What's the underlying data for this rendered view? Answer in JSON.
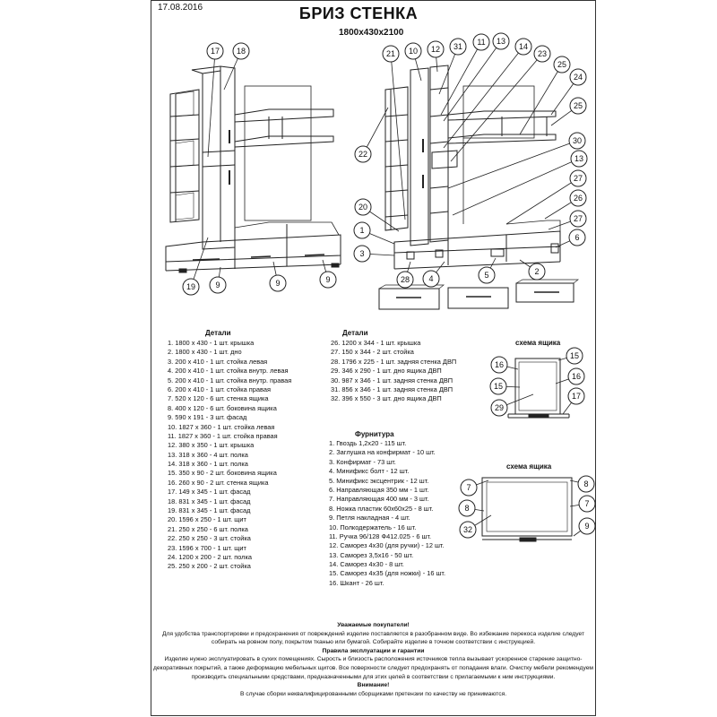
{
  "header": {
    "date": "17.08.2016",
    "title": "БРИЗ СТЕНКА",
    "dimensions": "1800x430x2100"
  },
  "callouts": {
    "left_view": [
      "17",
      "18",
      "19",
      "9",
      "9",
      "9"
    ],
    "right_view": [
      "21",
      "10",
      "12",
      "31",
      "11",
      "13",
      "14",
      "23",
      "25",
      "24",
      "25",
      "22",
      "30",
      "13",
      "27",
      "26",
      "27",
      "6",
      "1",
      "20",
      "3",
      "28",
      "4",
      "5",
      "2"
    ]
  },
  "details": {
    "heading": "Детали",
    "col1": [
      "1. 1800 x 430 - 1 шт. крышка",
      "2. 1800 x 430 - 1 шт. дно",
      "3. 200 x 410 - 1 шт. стойка левая",
      "4. 200 x 410 - 1 шт. стойка внутр. левая",
      "5. 200 x 410 - 1 шт. стойка внутр. правая",
      "6. 200 x 410 - 1 шт. стойка правая",
      "7. 520 x 120 - 6 шт. стенка ящика",
      "8. 400 x 120 - 6 шт. боковина ящика",
      "9. 590 x 191 - 3 шт. фасад",
      "10. 1827 x 360 - 1 шт. стойка левая",
      "11. 1827 x 360 - 1 шт. стойка правая",
      "12. 380 x 350 - 1 шт. крышка",
      "13. 318 x 360 - 4 шт. полка",
      "14. 318 x 360 - 1 шт. полка",
      "15. 350 x 90 - 2 шт. боковина ящика",
      "16. 260 x 90 - 2 шт. стенка ящика",
      "17. 149 x 345 - 1 шт. фасад",
      "18. 831 x 345 - 1 шт. фасад",
      "19. 831 x 345 - 1 шт. фасад",
      "20. 1596 x 250 - 1 шт. щит",
      "21. 250 x 250 - 6 шт. полка",
      "22. 250 x 250 - 3 шт. стойка",
      "23. 1596 x 700 - 1 шт. щит",
      "24. 1200 x 200 - 2 шт. полка",
      "25. 250 x 200 - 2 шт. стойка"
    ],
    "col2": [
      "26. 1200 x 344 - 1 шт. крышка",
      "27. 150 x 344 - 2 шт. стойка",
      "28. 1796 x 225 - 1 шт. задняя стенка ДВП",
      "29. 346 x 290 - 1 шт. дно ящика ДВП",
      "30. 987 x 346 - 1 шт. задняя стенка ДВП",
      "31. 856 x 346 - 1 шт. задняя стенка ДВП",
      "32. 396 x 550 - 3 шт. дно ящика ДВП"
    ]
  },
  "hardware": {
    "heading": "Фурнитура",
    "items": [
      "1. Гвоздь 1,2x20 - 115 шт.",
      "2. Заглушка на конфирмат - 10 шт.",
      "3. Конфирмат - 73 шт.",
      "4. Минификс болт - 12 шт.",
      "5. Минификс эксцентрик - 12 шт.",
      "6. Направляющая 350 мм - 1 шт.",
      "7. Направляющая 400 мм - 3 шт.",
      "8. Ножка пластик 60x60x25 - 8 шт.",
      "9. Петля накладная - 4 шт.",
      "10. Полкодержатель - 16 шт.",
      "11. Ручка 96/128 Ф412.025 - 6 шт.",
      "12. Саморез 4x30 (для ручки) - 12 шт.",
      "13. Саморез 3,5x16 - 50 шт.",
      "14. Саморез 4x30 - 8 шт.",
      "15. Саморез 4x35 (для ножки) - 16 шт.",
      "16. Шкант - 26 шт."
    ]
  },
  "schemes": {
    "small": {
      "title": "схема ящика",
      "labels": [
        "16",
        "15",
        "15",
        "16",
        "29",
        "17"
      ]
    },
    "large": {
      "title": "схема ящика",
      "labels": [
        "7",
        "8",
        "8",
        "7",
        "32",
        "9"
      ]
    }
  },
  "notes": {
    "greeting": "Уважаемые покупатели!",
    "p1": "Для удобства транспортировки и предохранения от повреждений изделие поставляется в разобранном виде. Во избежание перекоса изделие следует собирать на ровном полу, покрытом тканью или бумагой. Собирайте изделие в точном соответствии с инструкцией.",
    "rules_heading": "Правила эксплуатации и гарантии",
    "p2": "Изделие нужно эксплуатировать в сухих помещениях. Сырость и близость расположения источников тепла вызывает ускоренное старение защитно-декоративных покрытий, а также деформацию мебельных щитов. Все поверхности следует предохранять от попадания влаги. Очистку мебели рекомендуем производить специальными средствами, предназначенными для этих целей в соответствии с прилагаемыми к ним инструкциями.",
    "attention": "Внимание!",
    "p3": "В случае сборки неквалифицированными сборщиками претензии по качеству не принимаются."
  }
}
